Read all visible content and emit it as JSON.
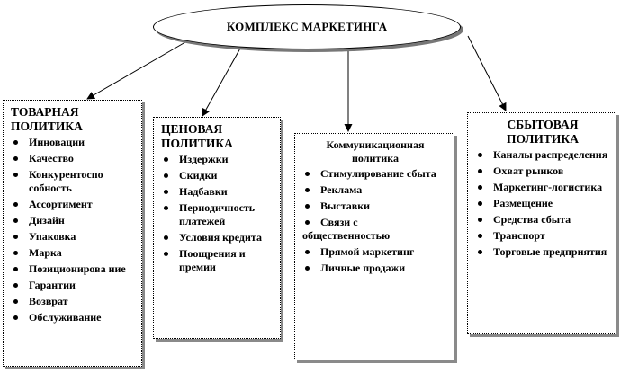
{
  "root": {
    "label": "КОМПЛЕКС МАРКЕТИНГА"
  },
  "policies": [
    {
      "title": "ТОВАРНАЯ ПОЛИТИКА",
      "items": [
        "Инновации",
        "Качество",
        "Конкурентоспо собность",
        "Ассортимент",
        "Дизайн",
        "Упаковка",
        "Марка",
        "Позиционирова ние",
        "Гарантии",
        "Возврат",
        "Обслуживание"
      ]
    },
    {
      "title": "ЦЕНОВАЯ ПОЛИТИКА",
      "items": [
        "Издержки",
        "Скидки",
        "Надбавки",
        "Периодичность платежей",
        "Условия кредита",
        "Поощрения и премии"
      ]
    },
    {
      "title": "Коммуникационная политика",
      "items": [
        "Стимулирование сбыта",
        "Реклама",
        "Выставки",
        "Связи с",
        "общественностью",
        "Прямой маркетинг",
        "Личные продажи"
      ]
    },
    {
      "title": "СБЫТОВАЯ ПОЛИТИКА",
      "items": [
        "Каналы распределения",
        "Охват рынков",
        "Маркетинг-логистика",
        "Размещение",
        "Средства сбыта",
        "Транспорт",
        "Торговые предприятия"
      ]
    }
  ]
}
